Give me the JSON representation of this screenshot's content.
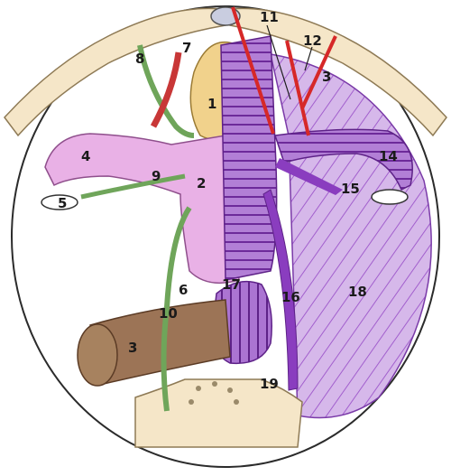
{
  "colors": {
    "bone": "#f5e6c8",
    "bone_stroke": "#b7a27d",
    "vessel_dark": "#8a3dbf",
    "vessel_light": "#c58ee0",
    "muscle": "#b784d8",
    "muscle_bg": "#e5d3f2",
    "pink_organ": "#e9b1e6",
    "yellow_organ": "#f1d28c",
    "green_nerve": "#6fa55a",
    "red_cut": "#d62828",
    "brown_gut": "#9c7456",
    "pale_blue": "#c9cde0"
  },
  "labels": [
    {
      "id": "1",
      "text": "1"
    },
    {
      "id": "2",
      "text": "2"
    },
    {
      "id": "3a",
      "text": "3"
    },
    {
      "id": "3b",
      "text": "3"
    },
    {
      "id": "4",
      "text": "4"
    },
    {
      "id": "5",
      "text": "5"
    },
    {
      "id": "6",
      "text": "6"
    },
    {
      "id": "7",
      "text": "7"
    },
    {
      "id": "8",
      "text": "8"
    },
    {
      "id": "9",
      "text": "9"
    },
    {
      "id": "10",
      "text": "10"
    },
    {
      "id": "11",
      "text": "11"
    },
    {
      "id": "12",
      "text": "12"
    },
    {
      "id": "14",
      "text": "14"
    },
    {
      "id": "15",
      "text": "15"
    },
    {
      "id": "16",
      "text": "16"
    },
    {
      "id": "17",
      "text": "17"
    },
    {
      "id": "18",
      "text": "18"
    },
    {
      "id": "19",
      "text": "19"
    }
  ]
}
